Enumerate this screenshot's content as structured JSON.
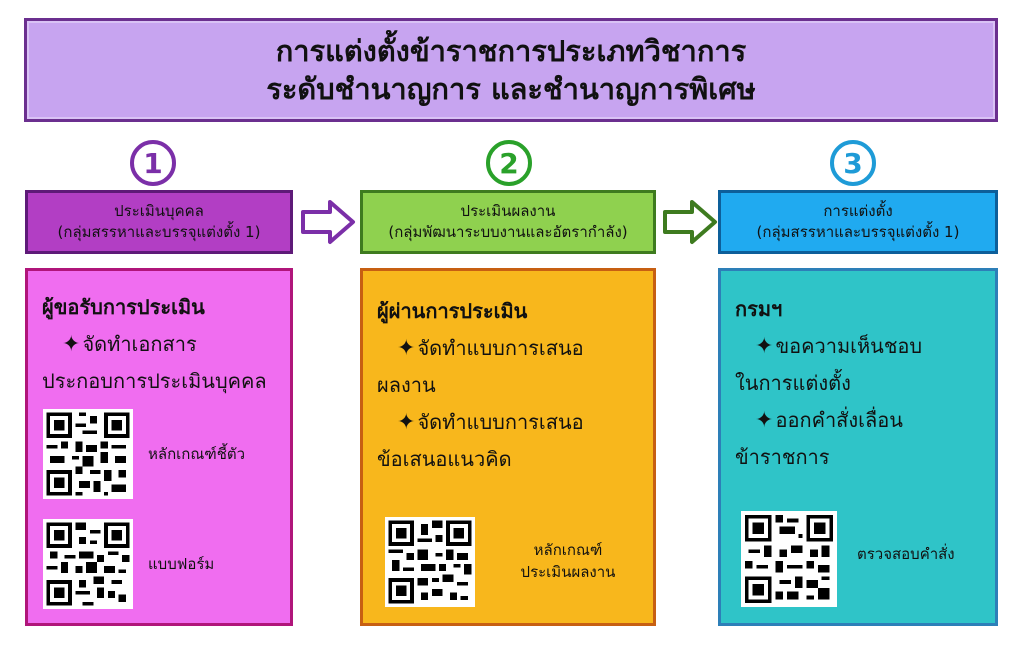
{
  "title": {
    "line1": "การแต่งตั้งข้าราชการประเภทวิชาการ",
    "line2": "ระดับชำนาญการ และชำนาญการพิเศษ"
  },
  "steps": [
    {
      "number": "1",
      "color": "#7b2fa8",
      "header_bg": "#b23ec4",
      "header_border": "#5e1a78",
      "header_line1": "ประเมินบุคคล",
      "header_line2": "(กลุ่มสรรหาและบรรจุแต่งตั้ง 1)",
      "panel_bg": "#f06df0",
      "panel_border": "#b0157a",
      "heading": "ผู้ขอรับการประเมิน",
      "bullet1": "จัดทำเอกสาร",
      "bullet1_cont": "ประกอบการประเมินบุคคล",
      "qr1_label": "หลักเกณฑ์ชี้ตัว",
      "qr2_label": "แบบฟอร์ม"
    },
    {
      "number": "2",
      "color": "#2aa12a",
      "header_bg": "#8fd14f",
      "header_border": "#3e7b1f",
      "header_line1": "ประเมินผลงาน",
      "header_line2": "(กลุ่มพัฒนาระบบงานและอัตรากำลัง)",
      "panel_bg": "#f8b71c",
      "panel_border": "#c75f12",
      "heading": "ผู้ผ่านการประเมิน",
      "bullet1": "จัดทำแบบการเสนอ",
      "bullet1_cont": "ผลงาน",
      "bullet2": "จัดทำแบบการเสนอ",
      "bullet2_cont": "ข้อเสนอแนวคิด",
      "qr1_label_line1": "หลักเกณฑ์",
      "qr1_label_line2": "ประเมินผลงาน"
    },
    {
      "number": "3",
      "color": "#1e9bd7",
      "header_bg": "#20aaf0",
      "header_border": "#0d5f9a",
      "header_line1": "การแต่งตั้ง",
      "header_line2": "(กลุ่มสรรหาและบรรจุแต่งตั้ง 1)",
      "panel_bg": "#2fc4c8",
      "panel_border": "#2d7fb8",
      "heading": "กรมฯ",
      "bullet1": "ขอความเห็นชอบ",
      "bullet1_cont": "ในการแต่งตั้ง",
      "bullet2": "ออกคำสั่งเลื่อน",
      "bullet2_cont": "ข้าราชการ",
      "qr1_label": "ตรวจสอบคำสั่ง"
    }
  ],
  "arrows": [
    {
      "color": "#7b2fa8"
    },
    {
      "color": "#3e7b1f"
    }
  ],
  "icons": {
    "star": "four-point-star-icon",
    "qr": "qr-code-icon"
  }
}
